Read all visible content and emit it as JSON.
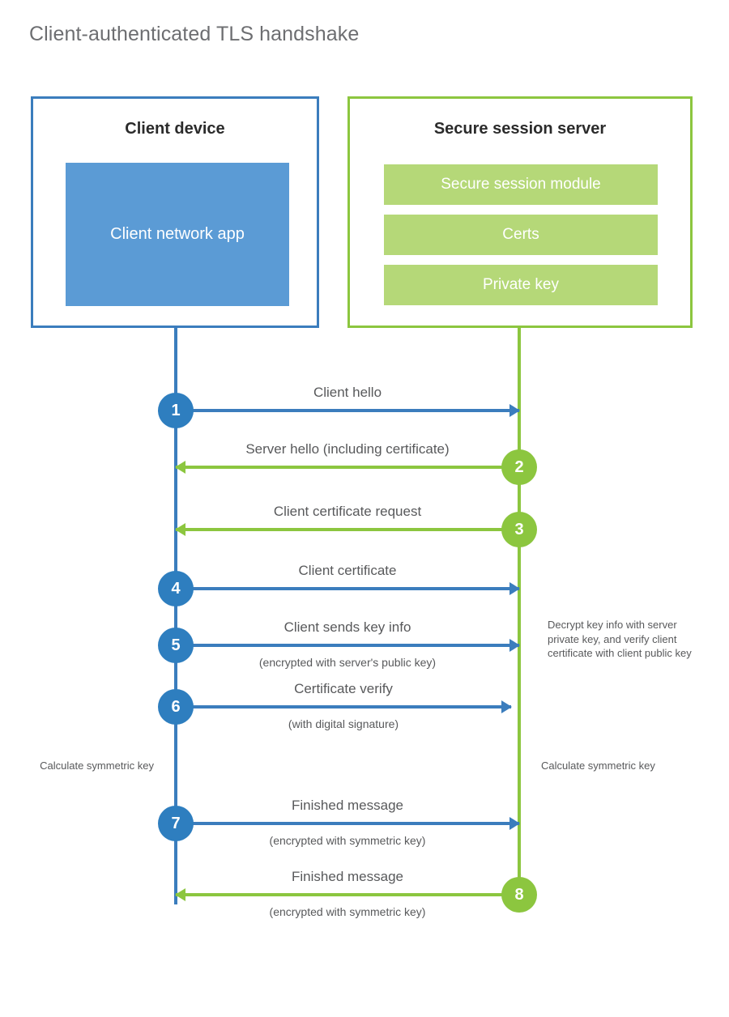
{
  "title": "Client-authenticated TLS handshake",
  "colors": {
    "blue_border": "#3b7dbd",
    "blue_circle": "#2e7ebf",
    "blue_fill": "#5b9bd5",
    "green_border": "#8cc63f",
    "green_circle": "#8cc63f",
    "green_fill": "#b5d878",
    "text": "#58595b",
    "heading": "#2b2b2b"
  },
  "parties": {
    "client": {
      "title": "Client device",
      "app_label": "Client network app"
    },
    "server": {
      "title": "Secure session server",
      "components": [
        "Secure session module",
        "Certs",
        "Private key"
      ]
    }
  },
  "messages": [
    {
      "step": "1",
      "label": "Client hello",
      "sublabel": "",
      "direction": "client-to-server",
      "color": "blue"
    },
    {
      "step": "2",
      "label": "Server hello (including certificate)",
      "sublabel": "",
      "direction": "server-to-client",
      "color": "green"
    },
    {
      "step": "3",
      "label": "Client certificate request",
      "sublabel": "",
      "direction": "server-to-client",
      "color": "green"
    },
    {
      "step": "4",
      "label": "Client certificate",
      "sublabel": "",
      "direction": "client-to-server",
      "color": "blue"
    },
    {
      "step": "5",
      "label": "Client sends key info",
      "sublabel": "(encrypted with server's public key)",
      "direction": "client-to-server",
      "color": "blue"
    },
    {
      "step": "6",
      "label": "Certificate verify",
      "sublabel": "(with digital signature)",
      "direction": "client-to-server",
      "color": "blue"
    },
    {
      "step": "7",
      "label": "Finished message",
      "sublabel": "(encrypted with symmetric key)",
      "direction": "client-to-server",
      "color": "blue"
    },
    {
      "step": "8",
      "label": "Finished message",
      "sublabel": "(encrypted with symmetric key)",
      "direction": "server-to-client",
      "color": "green"
    }
  ],
  "notes": {
    "server_decrypt": "Decrypt key info with server private key, and verify client certificate with client public key",
    "client_calculate": "Calculate symmetric key",
    "server_calculate": "Calculate symmetric key"
  }
}
